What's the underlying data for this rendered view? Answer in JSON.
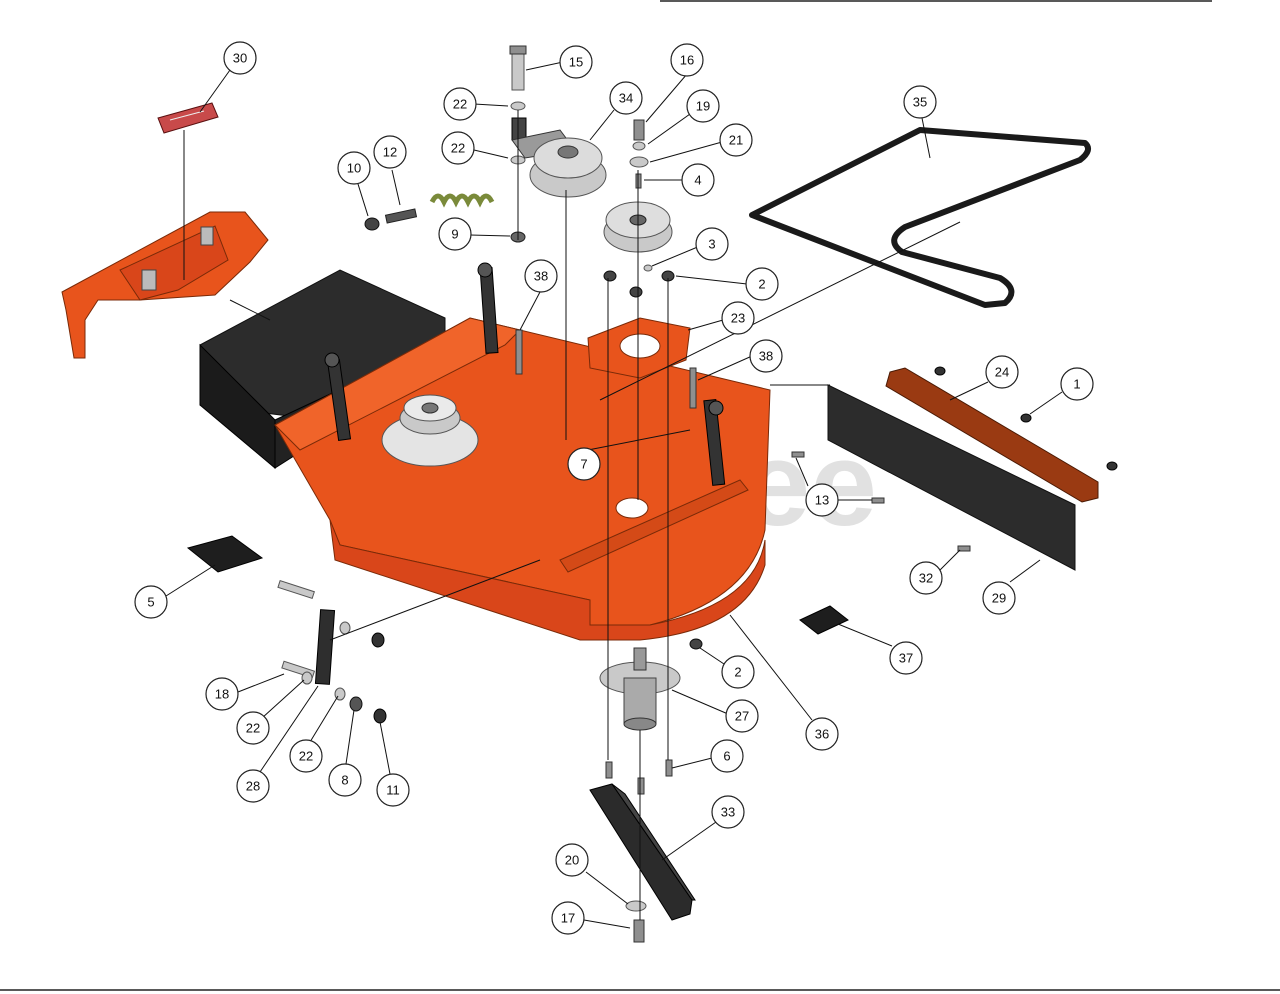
{
  "watermark": "PartsTree",
  "colors": {
    "deck_orange": "#e8541c",
    "baffle_black": "#2c2c2c",
    "metal": "#c9c9c9",
    "callout_stroke": "#222222"
  },
  "callouts": [
    {
      "id": "c30",
      "label": "30"
    },
    {
      "id": "c15",
      "label": "15"
    },
    {
      "id": "c16",
      "label": "16"
    },
    {
      "id": "c22a",
      "label": "22"
    },
    {
      "id": "c34",
      "label": "34"
    },
    {
      "id": "c19",
      "label": "19"
    },
    {
      "id": "c35",
      "label": "35"
    },
    {
      "id": "c22b",
      "label": "22"
    },
    {
      "id": "c21",
      "label": "21"
    },
    {
      "id": "c10",
      "label": "10"
    },
    {
      "id": "c12",
      "label": "12"
    },
    {
      "id": "c4",
      "label": "4"
    },
    {
      "id": "c9",
      "label": "9"
    },
    {
      "id": "c3",
      "label": "3"
    },
    {
      "id": "c38a",
      "label": "38"
    },
    {
      "id": "c2a",
      "label": "2"
    },
    {
      "id": "c23",
      "label": "23"
    },
    {
      "id": "c38b",
      "label": "38"
    },
    {
      "id": "c24",
      "label": "24"
    },
    {
      "id": "c1",
      "label": "1"
    },
    {
      "id": "c7",
      "label": "7"
    },
    {
      "id": "c13",
      "label": "13"
    },
    {
      "id": "c5",
      "label": "5"
    },
    {
      "id": "c32",
      "label": "32"
    },
    {
      "id": "c29",
      "label": "29"
    },
    {
      "id": "c37",
      "label": "37"
    },
    {
      "id": "c2b",
      "label": "2"
    },
    {
      "id": "c18",
      "label": "18"
    },
    {
      "id": "c27",
      "label": "27"
    },
    {
      "id": "c22c",
      "label": "22"
    },
    {
      "id": "c36",
      "label": "36"
    },
    {
      "id": "c22d",
      "label": "22"
    },
    {
      "id": "c6",
      "label": "6"
    },
    {
      "id": "c28",
      "label": "28"
    },
    {
      "id": "c8",
      "label": "8"
    },
    {
      "id": "c11",
      "label": "11"
    },
    {
      "id": "c33",
      "label": "33"
    },
    {
      "id": "c20",
      "label": "20"
    },
    {
      "id": "c17",
      "label": "17"
    }
  ]
}
